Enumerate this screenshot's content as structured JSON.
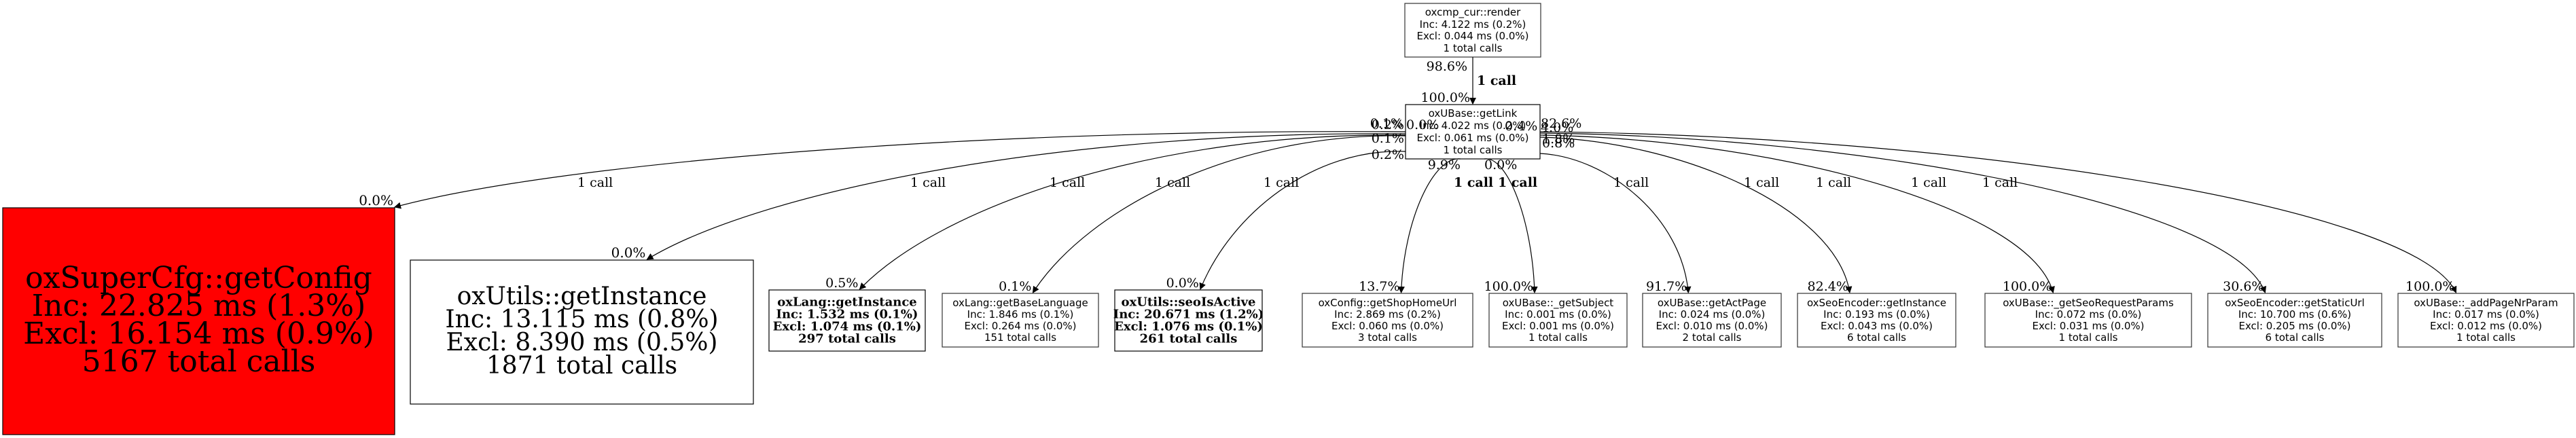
{
  "title": "Call graph: oxUBase::getLink",
  "colors": {
    "hot_node": "#ff0000",
    "node_fill": "#ffffff",
    "stroke": "#000000"
  },
  "root": {
    "name": "oxcmp_cur::render",
    "inc": "Inc: 4.122 ms (0.2%)",
    "excl": "Excl: 0.044 ms (0.0%)",
    "calls": "1 total calls",
    "out_pct": "98.6%"
  },
  "root_edge": {
    "label": "1 call",
    "in_pct": "100.0%"
  },
  "focus": {
    "name": "oxUBase::getLink",
    "inc": "Inc: 4.022 ms (0.2%)",
    "excl": "Excl: 0.061 ms (0.0%)",
    "calls": "1 total calls",
    "overlapping_out_pcts_left": [
      "0.2%",
      "0.1%",
      "0.0%",
      "0.1%",
      "0.2%"
    ],
    "overlapping_out_pcts_right": [
      "0.4%",
      "82.6%",
      "4.0%",
      "1.8%",
      "0.8%"
    ],
    "below_pcts": [
      "9.9%",
      "0.0%"
    ]
  },
  "children": [
    {
      "name": "oxSuperCfg::getConfig",
      "inc": "Inc: 22.825 ms (1.3%)",
      "excl": "Excl: 16.154 ms (0.9%)",
      "calls": "5167 total calls",
      "edge_label": "1 call",
      "in_pct": "0.0%",
      "hot": true
    },
    {
      "name": "oxUtils::getInstance",
      "inc": "Inc: 13.115 ms (0.8%)",
      "excl": "Excl: 8.390 ms (0.5%)",
      "calls": "1871 total calls",
      "edge_label": "1 call",
      "in_pct": "0.0%",
      "hot": false
    },
    {
      "name": "oxLang::getInstance",
      "inc": "Inc: 1.532 ms (0.1%)",
      "excl": "Excl: 1.074 ms (0.1%)",
      "calls": "297 total calls",
      "edge_label": "1 call",
      "in_pct": "0.5%",
      "hot": false
    },
    {
      "name": "oxLang::getBaseLanguage",
      "inc": "Inc: 1.846 ms (0.1%)",
      "excl": "Excl: 0.264 ms (0.0%)",
      "calls": "151 total calls",
      "edge_label": "1 call",
      "in_pct": "0.1%",
      "hot": false
    },
    {
      "name": "oxUtils::seoIsActive",
      "inc": "Inc: 20.671 ms (1.2%)",
      "excl": "Excl: 1.076 ms (0.1%)",
      "calls": "261 total calls",
      "edge_label": "1 call",
      "in_pct": "0.0%",
      "hot": false
    },
    {
      "name": "oxConfig::getShopHomeUrl",
      "inc": "Inc: 2.869 ms (0.2%)",
      "excl": "Excl: 0.060 ms (0.0%)",
      "calls": "3 total calls",
      "edge_label": "1 call",
      "in_pct": "13.7%",
      "hot": false
    },
    {
      "name": "oxUBase::_getSubject",
      "inc": "Inc: 0.001 ms (0.0%)",
      "excl": "Excl: 0.001 ms (0.0%)",
      "calls": "1 total calls",
      "edge_label": "1 call",
      "in_pct": "100.0%",
      "hot": false
    },
    {
      "name": "oxUBase::getActPage",
      "inc": "Inc: 0.024 ms (0.0%)",
      "excl": "Excl: 0.010 ms (0.0%)",
      "calls": "2 total calls",
      "edge_label": "1 call",
      "in_pct": "91.7%",
      "hot": false
    },
    {
      "name": "oxSeoEncoder::getInstance",
      "inc": "Inc: 0.193 ms (0.0%)",
      "excl": "Excl: 0.043 ms (0.0%)",
      "calls": "6 total calls",
      "edge_label": "1 call",
      "in_pct": "82.4%",
      "hot": false
    },
    {
      "name": "oxUBase::_getSeoRequestParams",
      "inc": "Inc: 0.072 ms (0.0%)",
      "excl": "Excl: 0.031 ms (0.0%)",
      "calls": "1 total calls",
      "edge_label": "1 call",
      "in_pct": "100.0%",
      "hot": false
    },
    {
      "name": "oxSeoEncoder::getStaticUrl",
      "inc": "Inc: 10.700 ms (0.6%)",
      "excl": "Excl: 0.205 ms (0.0%)",
      "calls": "6 total calls",
      "edge_label": "1 call",
      "in_pct": "30.6%",
      "hot": false
    },
    {
      "name": "oxUBase::_addPageNrParam",
      "inc": "Inc: 0.017 ms (0.0%)",
      "excl": "Excl: 0.012 ms (0.0%)",
      "calls": "1 total calls",
      "edge_label": "1 call",
      "in_pct": "100.0%",
      "hot": false
    }
  ]
}
